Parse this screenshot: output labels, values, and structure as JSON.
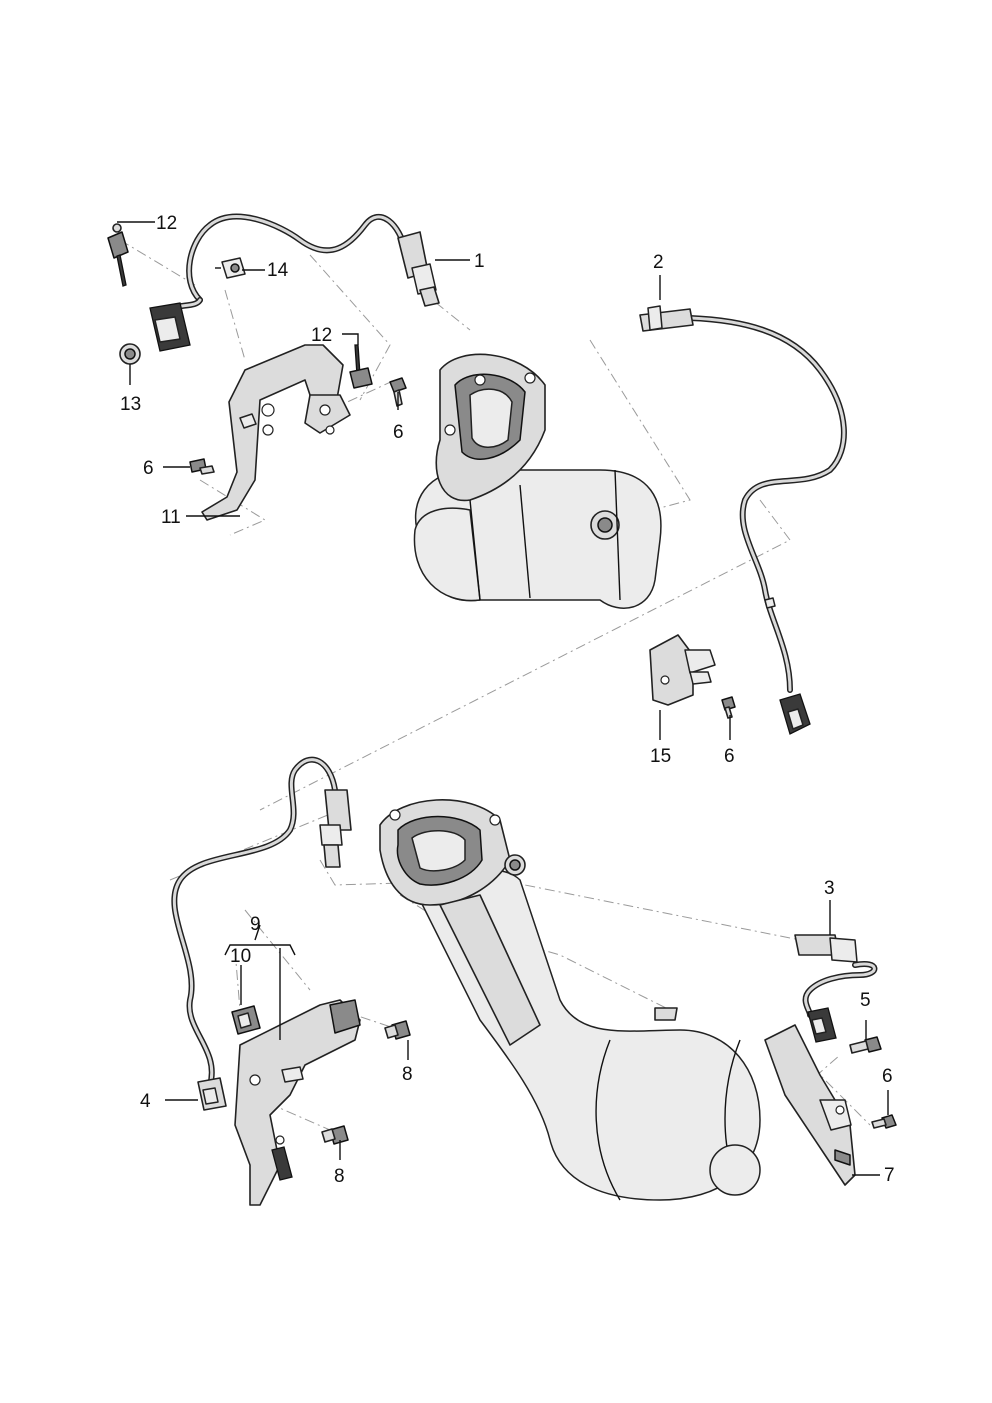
{
  "callouts": {
    "c1": "1",
    "c2": "2",
    "c3": "3",
    "c4": "4",
    "c5": "5",
    "c6a": "6",
    "c6b": "6",
    "c6c": "6",
    "c6d": "6",
    "c7": "7",
    "c8a": "8",
    "c8b": "8",
    "c9": "9",
    "c10": "10",
    "c11": "11",
    "c12a": "12",
    "c12b": "12",
    "c13": "13",
    "c14": "14",
    "c15": "15"
  },
  "colors": {
    "line": "#111111",
    "part_fill": "#dcdcdc",
    "dash": "#9a9a9a",
    "background": "#ffffff"
  }
}
